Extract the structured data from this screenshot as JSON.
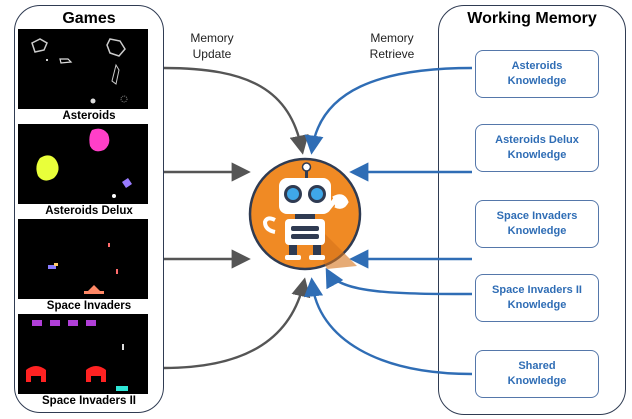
{
  "games": {
    "title": "Games",
    "items": [
      {
        "label": "Asteroids"
      },
      {
        "label": "Asteroids Delux"
      },
      {
        "label": "Space Invaders"
      },
      {
        "label": "Space Invaders II"
      }
    ]
  },
  "working_memory": {
    "title": "Working Memory",
    "items": [
      {
        "line1": "Asteroids",
        "line2": "Knowledge"
      },
      {
        "line1": "Asteroids Delux",
        "line2": "Knowledge"
      },
      {
        "line1": "Space Invaders",
        "line2": "Knowledge"
      },
      {
        "line1": "Space Invaders II",
        "line2": "Knowledge"
      },
      {
        "line1": "Shared",
        "line2": "Knowledge"
      }
    ]
  },
  "flows": {
    "update_line1": "Memory",
    "update_line2": "Update",
    "retrieve_line1": "Memory",
    "retrieve_line2": "Retrieve"
  },
  "colors": {
    "update_arrow": "#555555",
    "retrieve_arrow": "#2f6db5",
    "robot_circle": "#f08a24",
    "box_text": "#2f6db5"
  },
  "icons": {
    "center": "robot-icon"
  }
}
